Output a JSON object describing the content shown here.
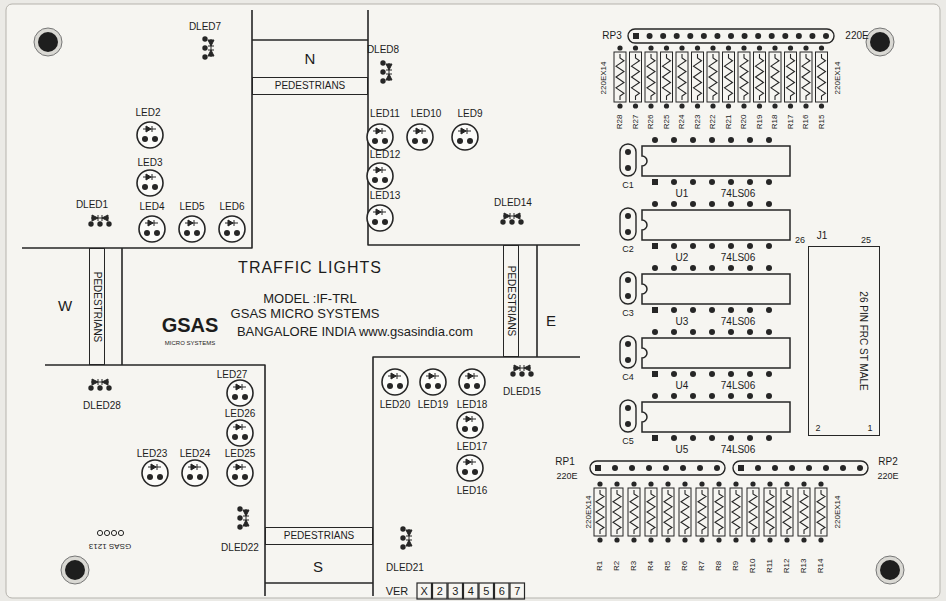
{
  "diagram": {
    "title": "TRAFFIC LIGHTS",
    "nodes": [
      {
        "text": [
          "PEDESTRIANS"
        ]
      },
      {
        "text": [
          "PEDESTRIANS"
        ]
      },
      {
        "text": [
          "PEDESTRIANS"
        ]
      },
      {
        "text": [
          "26 PIN FRC ST MALE"
        ]
      },
      {
        "text": [
          "PEDESTRIANS"
        ]
      }
    ],
    "labels": [
      "N",
      "W",
      "E",
      "S",
      "DLED7",
      "DLED8",
      "LED2",
      "LED3",
      "DLED1",
      "LED4",
      "LED5",
      "LED6",
      "LED11",
      "LED10",
      "LED9",
      "LED12",
      "LED13",
      "DLED14",
      "MODEL :IF-TRL",
      "GSAS",
      "MICRO SYSTEMS",
      "GSAS MICRO SYSTEMS",
      "BANGALORE INDIA www.gsasindia.com",
      "LED27",
      "LED26",
      "LED25",
      "DLED28",
      "LED23",
      "LED24",
      "DLED22",
      "GSAS 1213",
      "LED20",
      "LED19",
      "LED18",
      "DLED15",
      "LED17",
      "LED16",
      "DLED21",
      "VER",
      "X",
      "2",
      "3",
      "4",
      "5",
      "6",
      "7",
      "RP3",
      "220E",
      "220EX14",
      "220EX14",
      "R28",
      "R27",
      "R26",
      "R25",
      "R24",
      "R23",
      "R22",
      "R21",
      "R20",
      "R19",
      "R18",
      "R17",
      "R16",
      "R15",
      "C1",
      "C2",
      "C3",
      "C4",
      "C5",
      "U1",
      "74LS06",
      "U2",
      "74LS06",
      "U3",
      "74LS06",
      "U4",
      "74LS06",
      "U5",
      "74LS06",
      "J1",
      "26",
      "25",
      "2",
      "1",
      "RP1",
      "220E",
      "RP2",
      "220E",
      "220EX14",
      "220EX14",
      "R1",
      "R2",
      "R3",
      "R4",
      "R5",
      "R6",
      "R7",
      "R8",
      "R9",
      "R10",
      "R11",
      "R12",
      "R13",
      "R14"
    ]
  }
}
